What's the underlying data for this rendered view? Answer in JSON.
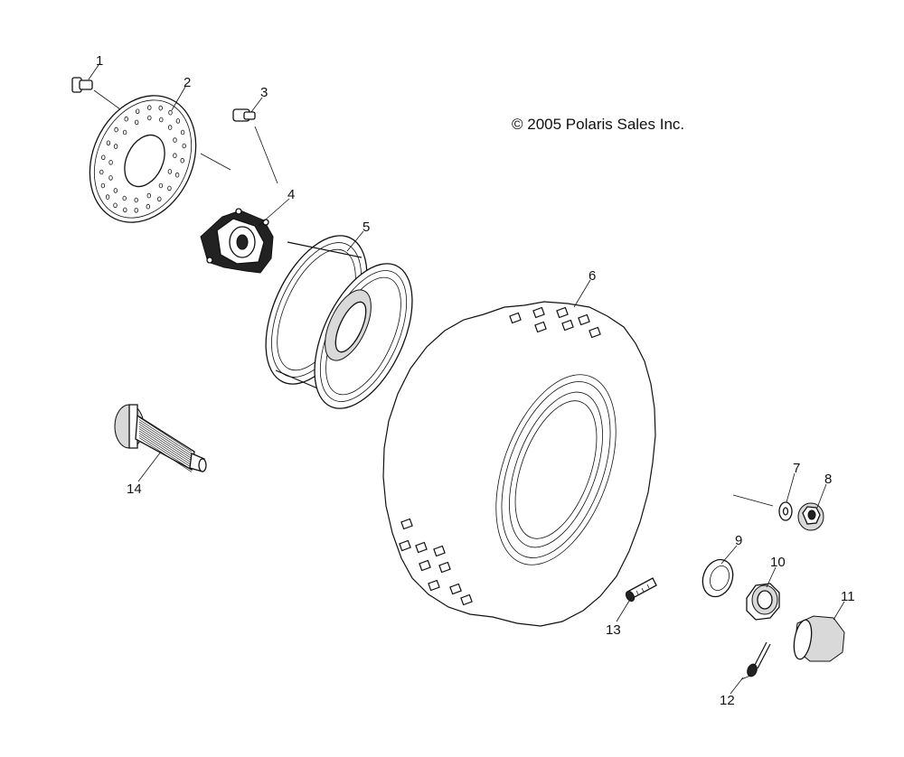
{
  "copyright": "© 2005 Polaris Sales Inc.",
  "callouts": [
    {
      "id": "1",
      "label": "1"
    },
    {
      "id": "2",
      "label": "2"
    },
    {
      "id": "3",
      "label": "3"
    },
    {
      "id": "4",
      "label": "4"
    },
    {
      "id": "5",
      "label": "5"
    },
    {
      "id": "6",
      "label": "6"
    },
    {
      "id": "7",
      "label": "7"
    },
    {
      "id": "8",
      "label": "8"
    },
    {
      "id": "9",
      "label": "9"
    },
    {
      "id": "10",
      "label": "10"
    },
    {
      "id": "11",
      "label": "11"
    },
    {
      "id": "12",
      "label": "12"
    },
    {
      "id": "13",
      "label": "13"
    },
    {
      "id": "14",
      "label": "14"
    }
  ]
}
